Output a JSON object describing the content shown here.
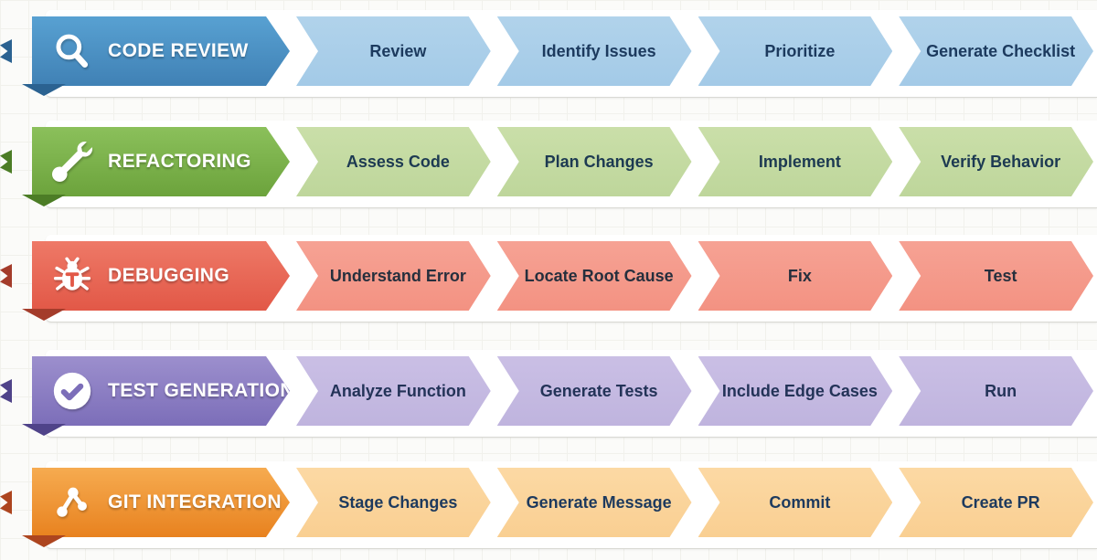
{
  "page": {
    "background": "#fbfbf9",
    "grid_line_color": "#f1f1ec"
  },
  "workflows": [
    {
      "title": "CODE REVIEW",
      "icon": "magnifier-icon",
      "steps": [
        "Review",
        "Identify Issues",
        "Prioritize",
        "Generate Checklist"
      ],
      "colors": {
        "header_top": "#58a1d2",
        "header_bottom": "#4081b5",
        "fold": "#2b6291",
        "step_top": "#b1d3eb",
        "step_bottom": "#a3cae7",
        "step_text": "#1c3a5e"
      }
    },
    {
      "title": "REFACTORING",
      "icon": "wrench-icon",
      "steps": [
        "Assess Code",
        "Plan Changes",
        "Implement",
        "Verify Behavior"
      ],
      "colors": {
        "header_top": "#8bc05b",
        "header_bottom": "#6ca33c",
        "fold": "#4c7d26",
        "step_top": "#cadfa9",
        "step_bottom": "#bed69b",
        "step_text": "#1d3a52"
      }
    },
    {
      "title": "DEBUGGING",
      "icon": "bug-icon",
      "steps": [
        "Understand Error",
        "Locate Root Cause",
        "Fix",
        "Test"
      ],
      "colors": {
        "header_top": "#ee7967",
        "header_bottom": "#e25847",
        "fold": "#a43c2b",
        "step_top": "#f6a294",
        "step_bottom": "#f39282",
        "step_text": "#262f3d"
      }
    },
    {
      "title": "TEST GENERATION",
      "icon": "check-circle-icon",
      "steps": [
        "Analyze Function",
        "Generate Tests",
        "Include Edge Cases",
        "Run"
      ],
      "colors": {
        "header_top": "#9c8fcd",
        "header_bottom": "#7c6eb9",
        "fold": "#4f4389",
        "step_top": "#cabfe5",
        "step_bottom": "#bfb4de",
        "step_text": "#233358"
      }
    },
    {
      "title": "GIT INTEGRATION",
      "icon": "git-branch-icon",
      "steps": [
        "Stage Changes",
        "Generate Message",
        "Commit",
        "Create PR"
      ],
      "colors": {
        "header_top": "#f6ab50",
        "header_bottom": "#e8821f",
        "fold": "#ad451f",
        "step_top": "#fcd9a4",
        "step_bottom": "#f9cf92",
        "step_text": "#1d3a5e"
      }
    }
  ]
}
